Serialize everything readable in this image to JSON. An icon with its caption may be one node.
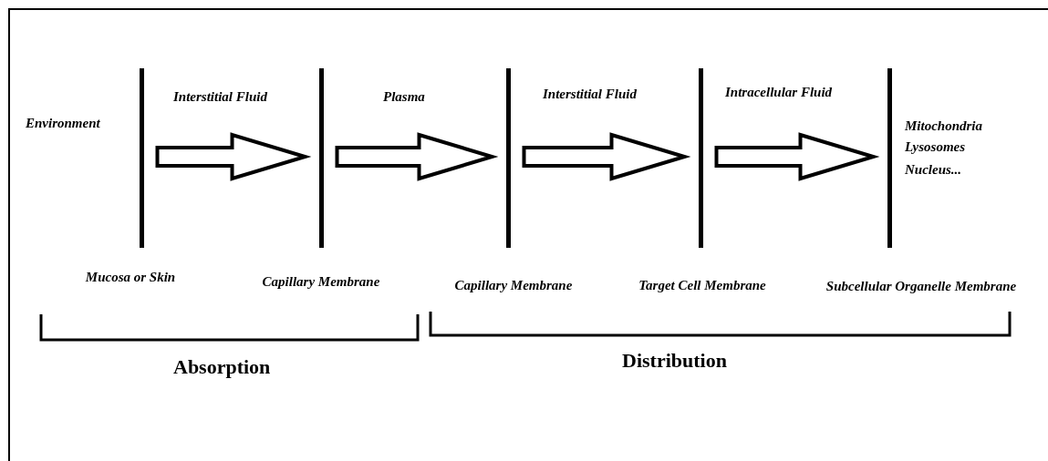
{
  "diagram": {
    "nodes": [
      {
        "text": [
          "Mucosa or Skin"
        ]
      },
      {
        "text": [
          "Capillary Membrane"
        ]
      },
      {
        "text": [
          "Capillary Membrane"
        ]
      },
      {
        "text": [
          "Target Cell Membrane"
        ]
      },
      {
        "text": [
          "Subcellular Organelle Membrane"
        ]
      }
    ],
    "edges": [
      {
        "from": 0,
        "to": 1,
        "arrow": "to"
      },
      {
        "from": 1,
        "to": 2,
        "arrow": "to"
      },
      {
        "from": 2,
        "to": 3,
        "arrow": "to"
      },
      {
        "from": 3,
        "to": 4,
        "arrow": "to"
      }
    ],
    "labels": [
      "Environment",
      "Interstitial Fluid",
      "Plasma",
      "Interstitial Fluid",
      "Intracellular Fluid",
      "Mitochondria",
      "Lysosomes",
      "Nucleus...",
      "Absorption",
      "Distribution"
    ]
  }
}
